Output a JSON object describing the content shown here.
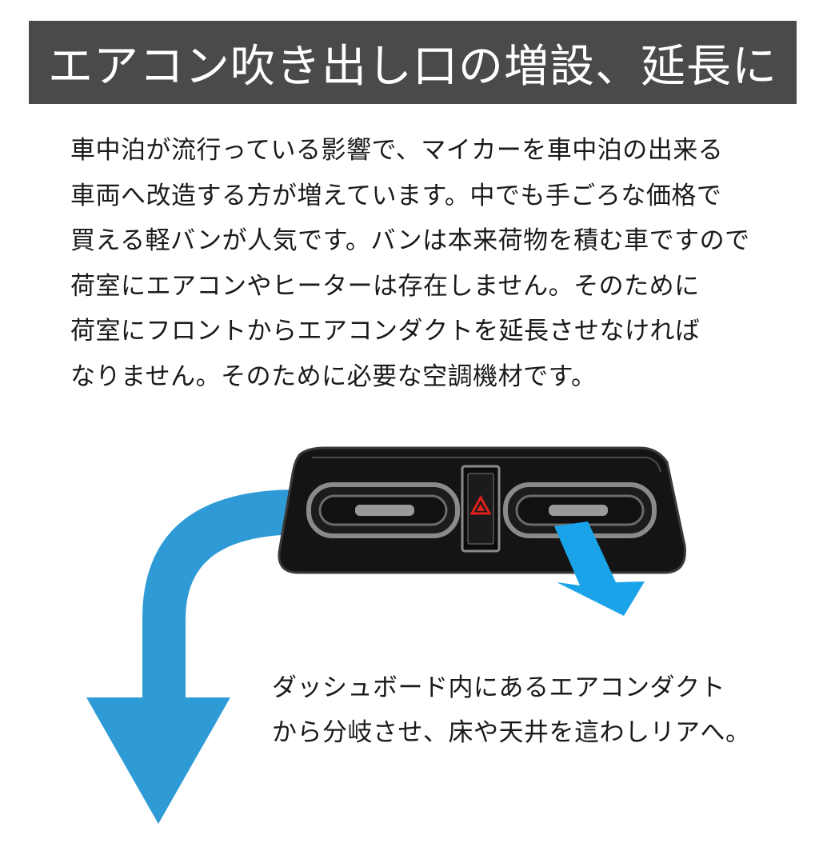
{
  "header": {
    "title": "エアコン吹き出し口の増設、延長に"
  },
  "description": {
    "lines": [
      "車中泊が流行っている影響で、マイカーを車中泊の出来る",
      "車両へ改造する方が増えています。中でも手ごろな価格で",
      "買える軽バンが人気です。バンは本来荷物を積む車ですので",
      "荷室にエアコンやヒーターは存在しません。そのために",
      "荷室にフロントからエアコンダクトを延長させなければ",
      "なりません。そのために必要な空調機材です。"
    ]
  },
  "caption": {
    "lines": [
      "ダッシュボード内にあるエアコンダクト",
      "から分岐させ、床や天井を這わしリアへ。"
    ]
  },
  "icons": {
    "hazard": "hazard-triangle-icon",
    "main_arrow": "curved-arrow-down-icon",
    "vent_arrow": "arrow-down-right-icon"
  },
  "colors": {
    "title_bg": "#4a4a4a",
    "title_text": "#ffffff",
    "arrow_main": "#2e9bd6",
    "arrow_vent": "#1aa3e8",
    "panel": "#151515",
    "hazard_red": "#e0201c"
  }
}
